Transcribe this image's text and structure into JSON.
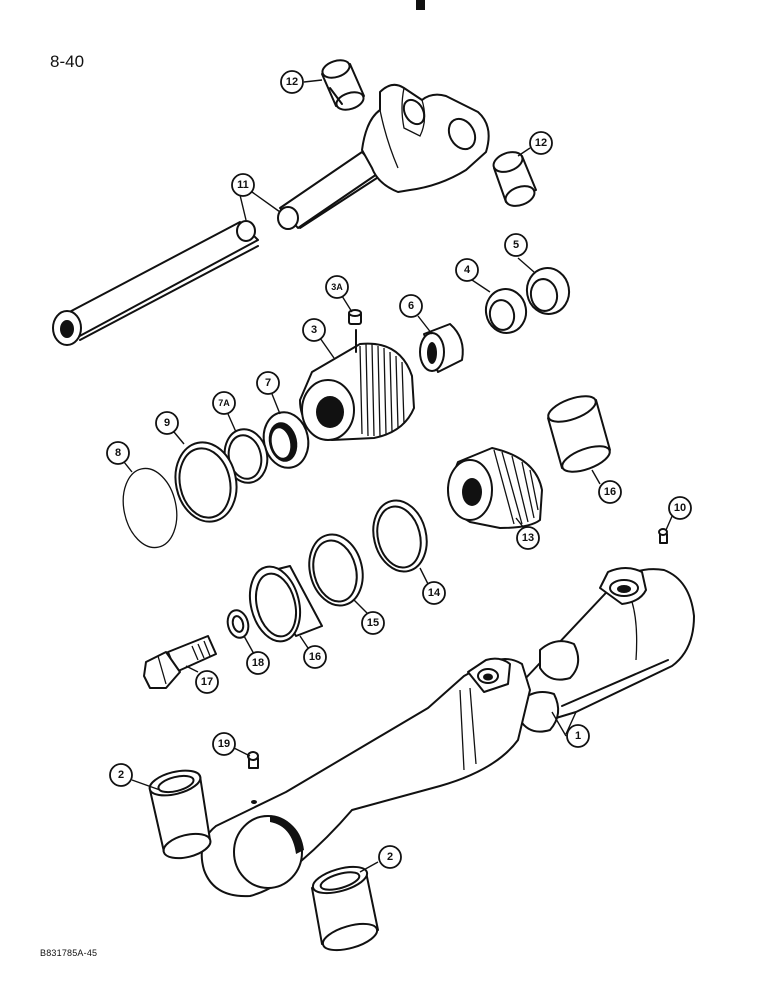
{
  "page_number": "8-40",
  "figure_code": "B831785A-45",
  "callouts": {
    "c12a": "12",
    "c12b": "12",
    "c11": "11",
    "c3a": "3A",
    "c3": "3",
    "c6": "6",
    "c4": "4",
    "c5": "5",
    "c7": "7",
    "c7a": "7A",
    "c9": "9",
    "c8": "8",
    "c16a": "16",
    "c13": "13",
    "c10": "10",
    "c14": "14",
    "c15": "15",
    "c16b": "16",
    "c18": "18",
    "c17": "17",
    "c1": "1",
    "c19": "19",
    "c2a": "2",
    "c2b": "2"
  }
}
